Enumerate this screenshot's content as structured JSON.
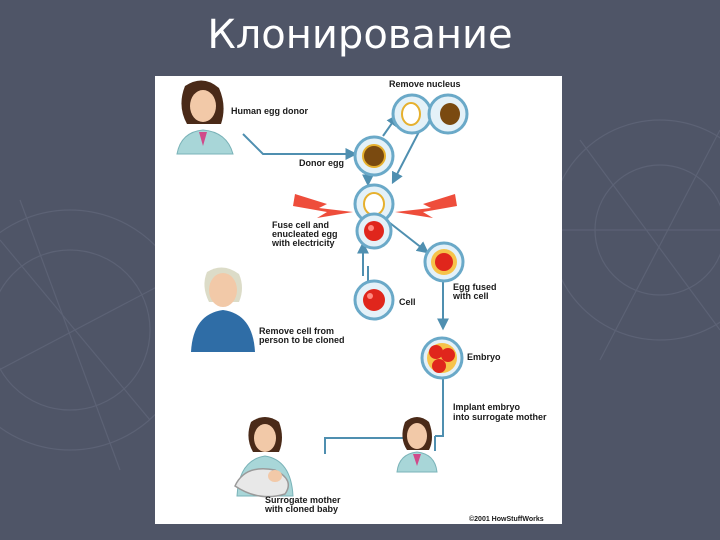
{
  "slide": {
    "title": "Клонирование"
  },
  "diagram": {
    "labels": {
      "human_egg_donor": "Human egg donor",
      "remove_nucleus": "Remove nucleus",
      "donor_egg": "Donor egg",
      "fuse_line1": "Fuse cell and",
      "fuse_line2": "enucleated egg",
      "fuse_line3": "with electricity",
      "cell": "Cell",
      "remove_cell_line1": "Remove cell from",
      "remove_cell_line2": "person to be cloned",
      "egg_fused_line1": "Egg fused",
      "egg_fused_line2": "with cell",
      "embryo": "Embryo",
      "implant_line1": "Implant embryo",
      "implant_line2": "into surrogate mother",
      "surrogate_line1": "Surrogate mother",
      "surrogate_line2": "with cloned baby",
      "copyright": "©2001 HowStuffWorks"
    },
    "colors": {
      "connector": "#4f8fb0",
      "cell_outline": "#6aa9c8",
      "cell_fill": "#e4f1f8",
      "nucleus_brown": "#7a4a10",
      "nucleus_red": "#e0261c",
      "spark": "#ee4d3b",
      "yolk": "#f6c34a"
    }
  }
}
